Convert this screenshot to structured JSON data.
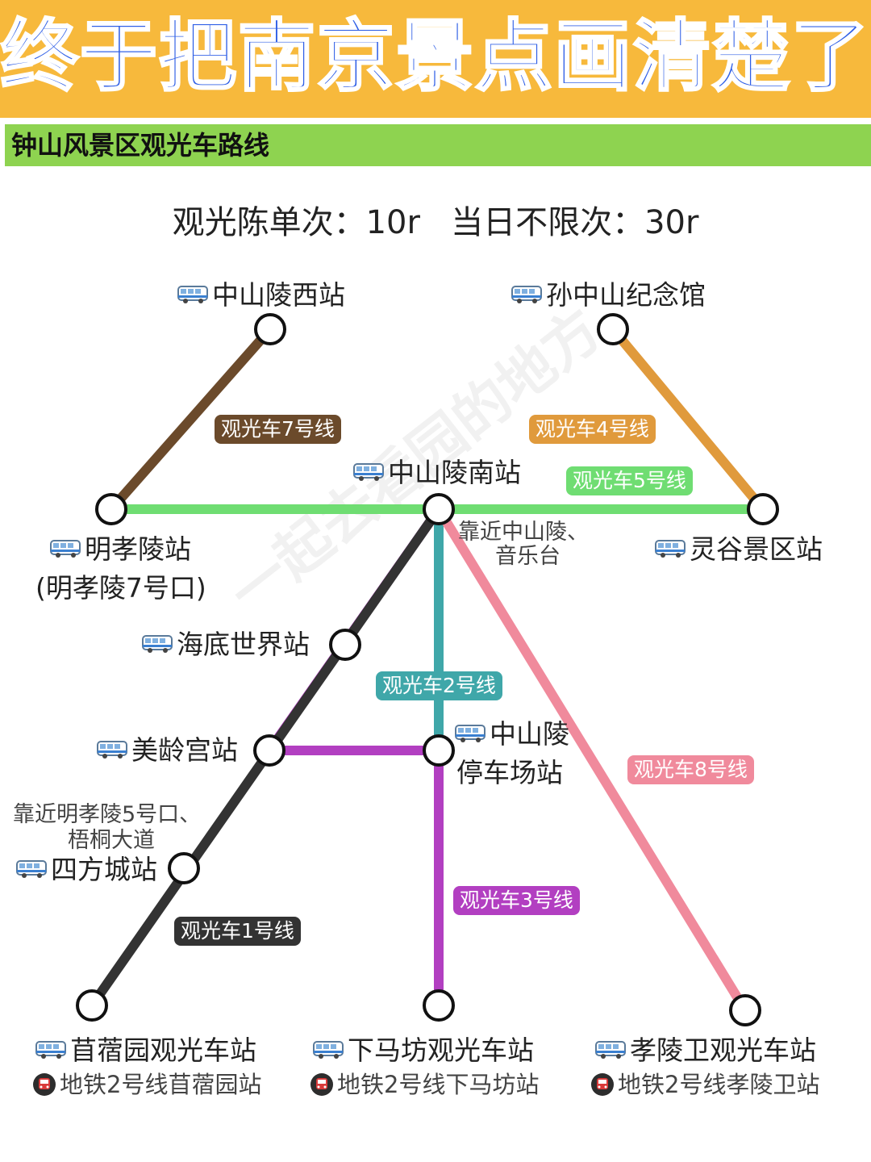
{
  "header": {
    "title": "终于把南京景点画清楚了",
    "subtitle": "钟山风景区观光车路线",
    "price": "观光陈单次：10r   当日不限次：30r"
  },
  "colors": {
    "banner": "#f7b93c",
    "title": "#2f5fe6",
    "subbar": "#8ed350",
    "line1": "#333333",
    "line2": "#3fa7a9",
    "line3": "#b23fc1",
    "line4": "#e09a3c",
    "line5": "#6fdd72",
    "line7": "#6b4a2b",
    "line8": "#f08a9c"
  },
  "stations": {
    "zsl_west": "中山陵西站",
    "sun_memorial": "孙中山纪念馆",
    "zsl_south": "中山陵南站",
    "mxl": "明孝陵站",
    "mxl_gate": "(明孝陵7号口)",
    "lingu": "灵谷景区站",
    "haidi": "海底世界站",
    "meiling": "美龄宫站",
    "zsl_parking_1": "中山陵",
    "zsl_parking_2": "停车场站",
    "sifang": "四方城站",
    "muxu": "苜蓿园观光车站",
    "xiamafang": "下马坊观光车站",
    "xiaolingwei": "孝陵卫观光车站"
  },
  "notes": {
    "south_1": "靠近中山陵、",
    "south_2": "音乐台",
    "sifang_1": "靠近明孝陵5号口、",
    "sifang_2": "梧桐大道"
  },
  "metro": {
    "muxu": "地铁2号线苜蓿园站",
    "xiamafang": "地铁2号线下马坊站",
    "xiaolingwei": "地铁2号线孝陵卫站"
  },
  "lines": {
    "l7": "观光车7号线",
    "l4": "观光车4号线",
    "l5": "观光车5号线",
    "l2": "观光车2号线",
    "l8": "观光车8号线",
    "l3": "观光车3号线",
    "l1": "观光车1号线"
  },
  "watermark": "一起去看园的地方"
}
